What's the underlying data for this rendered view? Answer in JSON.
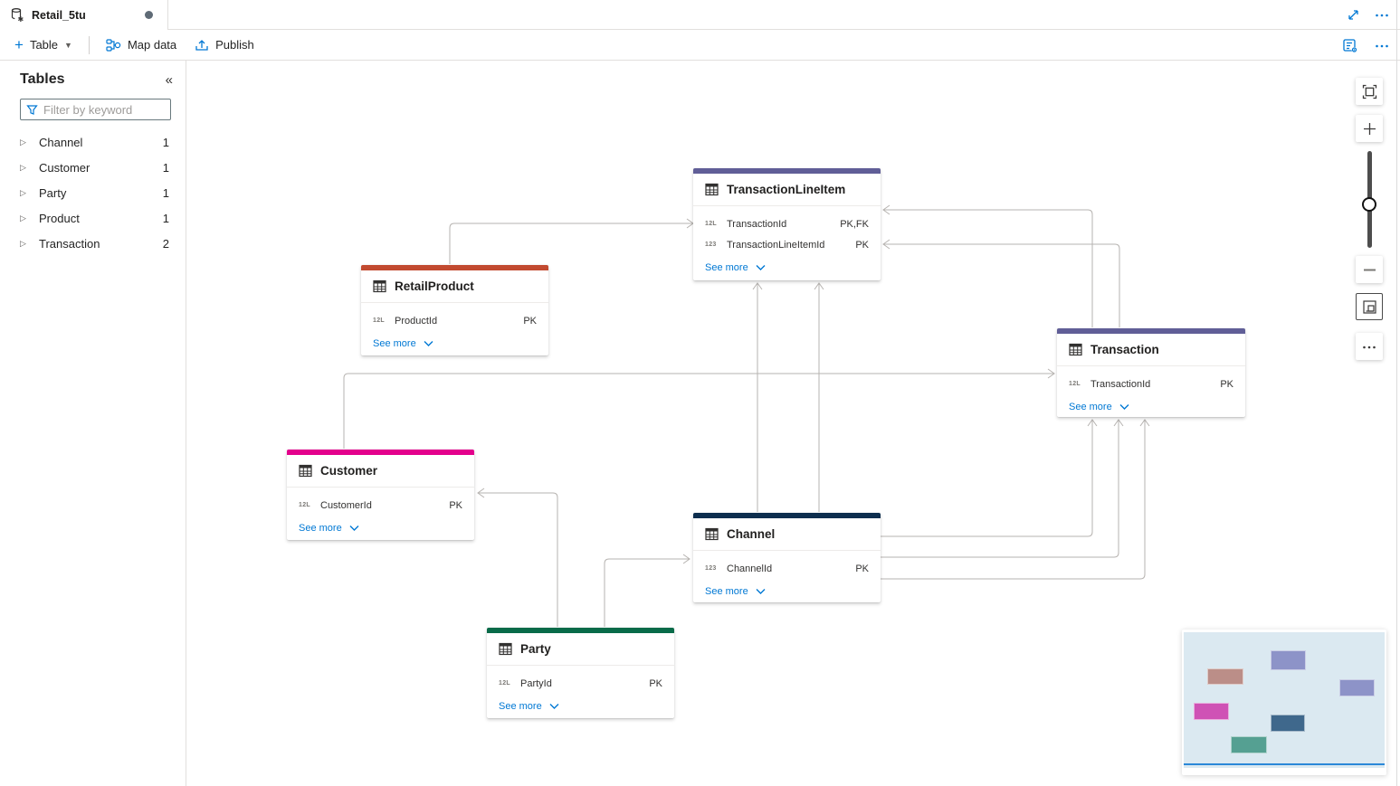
{
  "tab": {
    "title": "Retail_5tu",
    "dirty": true
  },
  "toolbar": {
    "table_label": "Table",
    "map_data_label": "Map data",
    "publish_label": "Publish"
  },
  "sidebar": {
    "title": "Tables",
    "filter_placeholder": "Filter by keyword",
    "items": [
      {
        "label": "Channel",
        "count": "1"
      },
      {
        "label": "Customer",
        "count": "1"
      },
      {
        "label": "Party",
        "count": "1"
      },
      {
        "label": "Product",
        "count": "1"
      },
      {
        "label": "Transaction",
        "count": "2"
      }
    ]
  },
  "canvas": {
    "tables": [
      {
        "title": "TransactionLineItem",
        "accent": "#605E97",
        "see_more": "See more",
        "fields": [
          {
            "type": "12L",
            "name": "TransactionId",
            "key": "PK,FK"
          },
          {
            "type": "123",
            "name": "TransactionLineItemId",
            "key": "PK"
          }
        ]
      },
      {
        "title": "RetailProduct",
        "accent": "#C24A30",
        "see_more": "See more",
        "fields": [
          {
            "type": "12L",
            "name": "ProductId",
            "key": "PK"
          }
        ]
      },
      {
        "title": "Transaction",
        "accent": "#605E97",
        "see_more": "See more",
        "fields": [
          {
            "type": "12L",
            "name": "TransactionId",
            "key": "PK"
          }
        ]
      },
      {
        "title": "Customer",
        "accent": "#E3008C",
        "see_more": "See more",
        "fields": [
          {
            "type": "12L",
            "name": "CustomerId",
            "key": "PK"
          }
        ]
      },
      {
        "title": "Channel",
        "accent": "#0D2E4E",
        "see_more": "See more",
        "fields": [
          {
            "type": "123",
            "name": "ChannelId",
            "key": "PK"
          }
        ]
      },
      {
        "title": "Party",
        "accent": "#096B49",
        "see_more": "See more",
        "fields": [
          {
            "type": "12L",
            "name": "PartyId",
            "key": "PK"
          }
        ]
      }
    ],
    "relationships": [
      {
        "from": "RetailProduct",
        "to": "TransactionLineItem"
      },
      {
        "from": "Transaction",
        "to": "TransactionLineItem"
      },
      {
        "from": "Transaction",
        "to": "TransactionLineItem"
      },
      {
        "from": "Channel",
        "to": "TransactionLineItem"
      },
      {
        "from": "Channel",
        "to": "TransactionLineItem"
      },
      {
        "from": "Customer",
        "to": "Transaction"
      },
      {
        "from": "Party",
        "to": "Customer"
      },
      {
        "from": "Party",
        "to": "Channel"
      },
      {
        "from": "Channel",
        "to": "Transaction"
      },
      {
        "from": "Channel",
        "to": "Transaction"
      },
      {
        "from": "Channel",
        "to": "Transaction"
      }
    ]
  },
  "minimap": {
    "background": "#dbe9f1",
    "viewport_line_color": "#2b88d8",
    "rects": [
      {
        "table": "TransactionLineItem",
        "color": "#8d93c8"
      },
      {
        "table": "RetailProduct",
        "color": "#bb8e88"
      },
      {
        "table": "Transaction",
        "color": "#8d93c8"
      },
      {
        "table": "Customer",
        "color": "#cf52b5"
      },
      {
        "table": "Channel",
        "color": "#3f688c"
      },
      {
        "table": "Party",
        "color": "#55a092"
      }
    ]
  },
  "colors": {
    "accent_blue": "#0078d4",
    "connector_gray": "#b6b3b0",
    "border_gray": "#e1dfdd"
  }
}
